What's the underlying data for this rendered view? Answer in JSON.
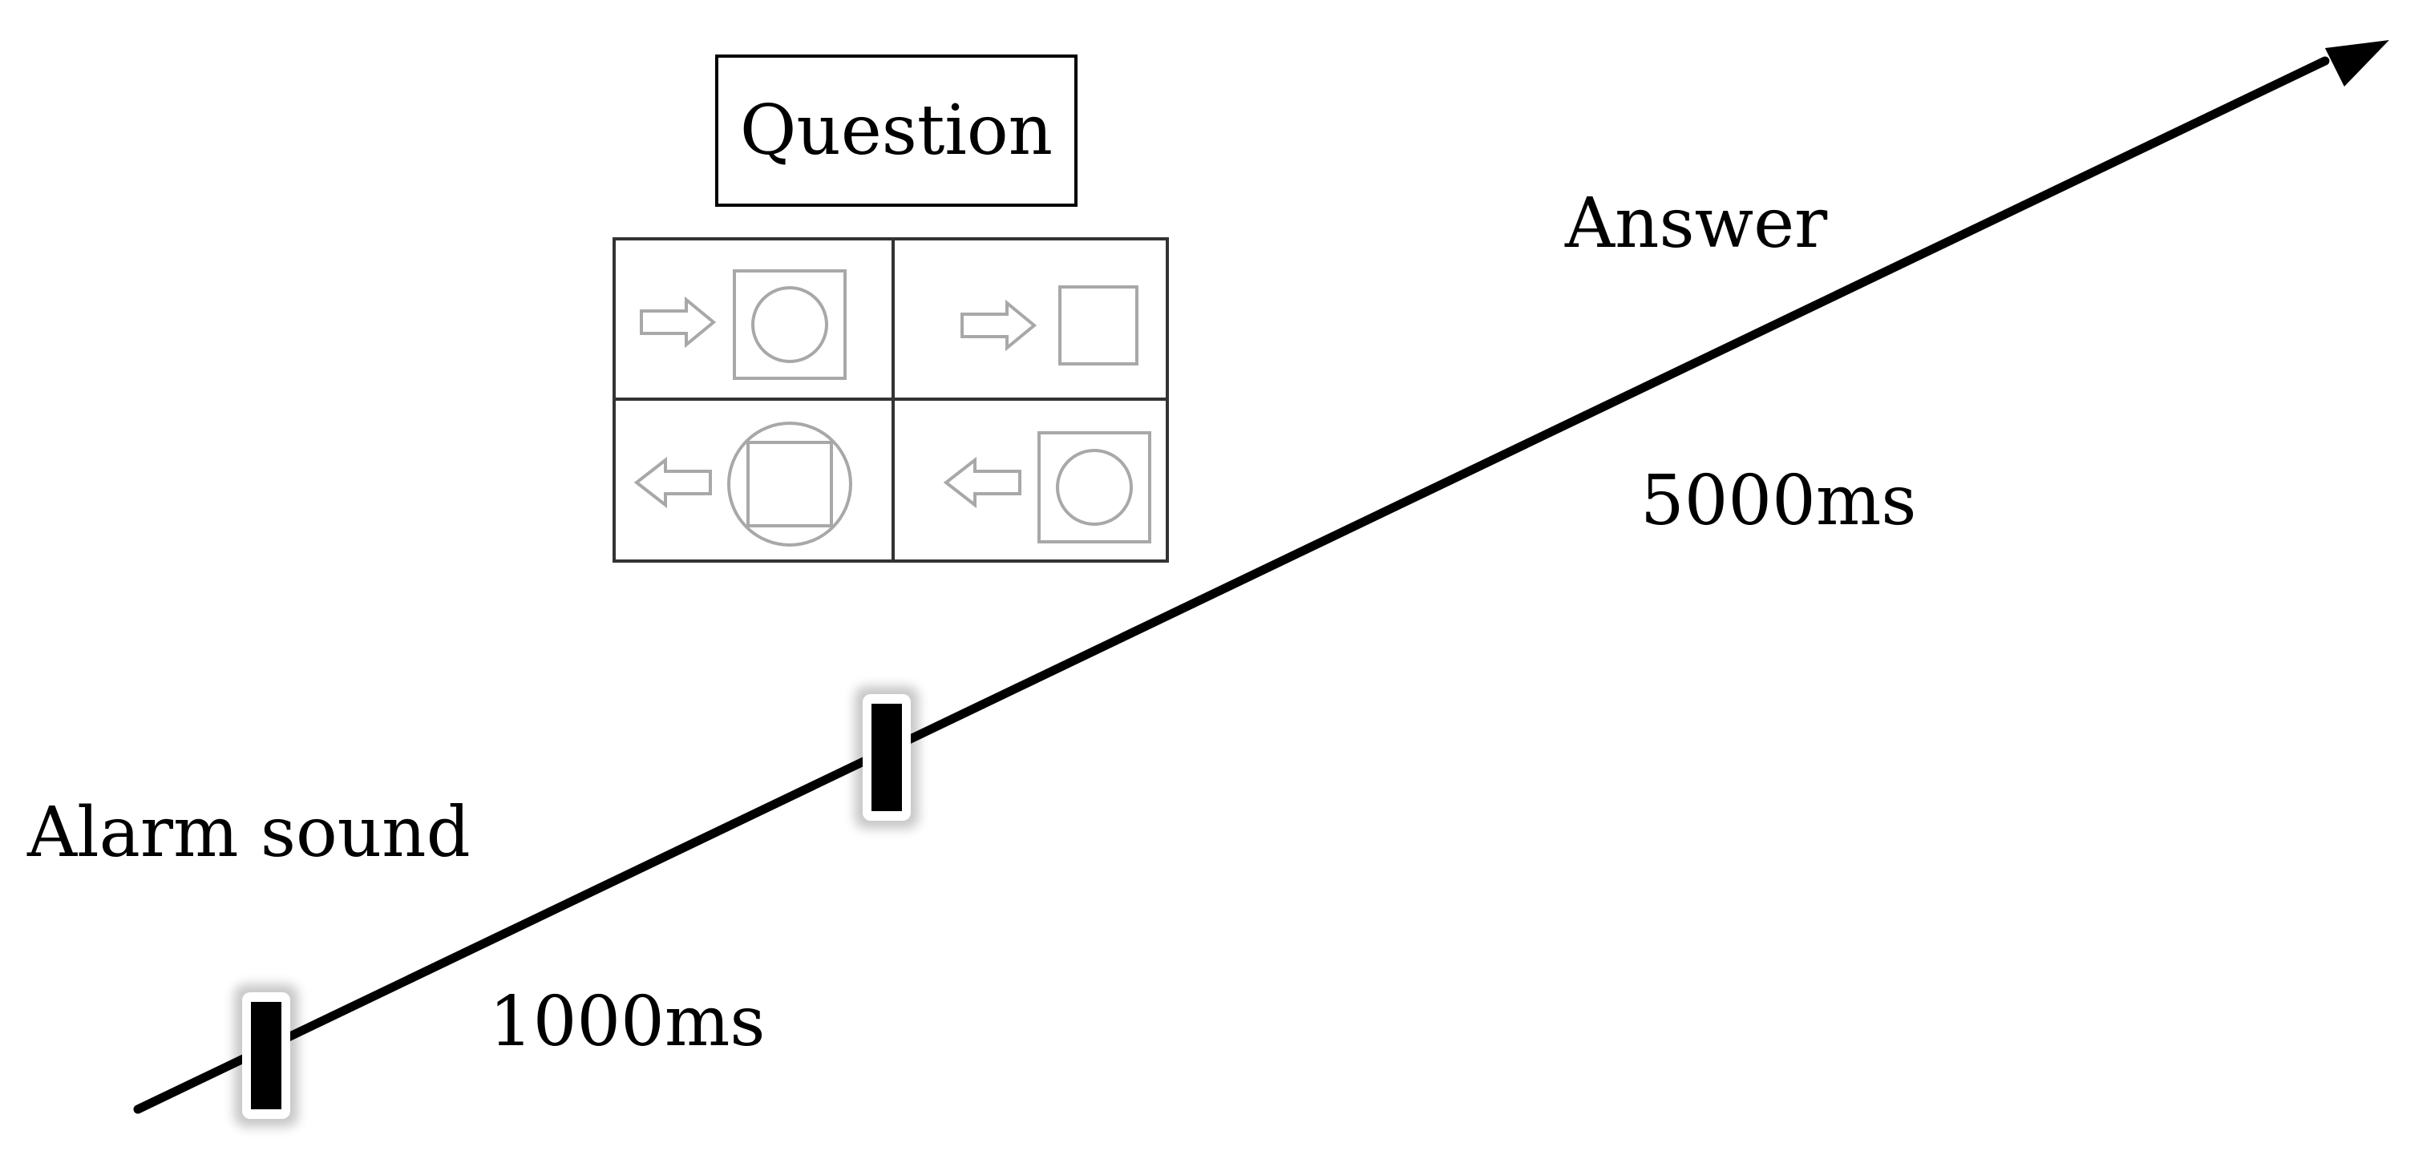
{
  "diagram": {
    "question_label": "Question",
    "answer_label": "Answer",
    "alarm_label": "Alarm sound",
    "duration_1": "1000ms",
    "duration_2": "5000ms",
    "grid": {
      "cells": [
        {
          "arrow": "right",
          "shape": "circle-in-square"
        },
        {
          "arrow": "right",
          "shape": "square"
        },
        {
          "arrow": "left",
          "shape": "square-in-circle"
        },
        {
          "arrow": "left",
          "shape": "circle-in-square"
        }
      ]
    },
    "colors": {
      "line": "#000000",
      "grid_border": "#333333",
      "stimulus": "#a8a8a8"
    }
  }
}
